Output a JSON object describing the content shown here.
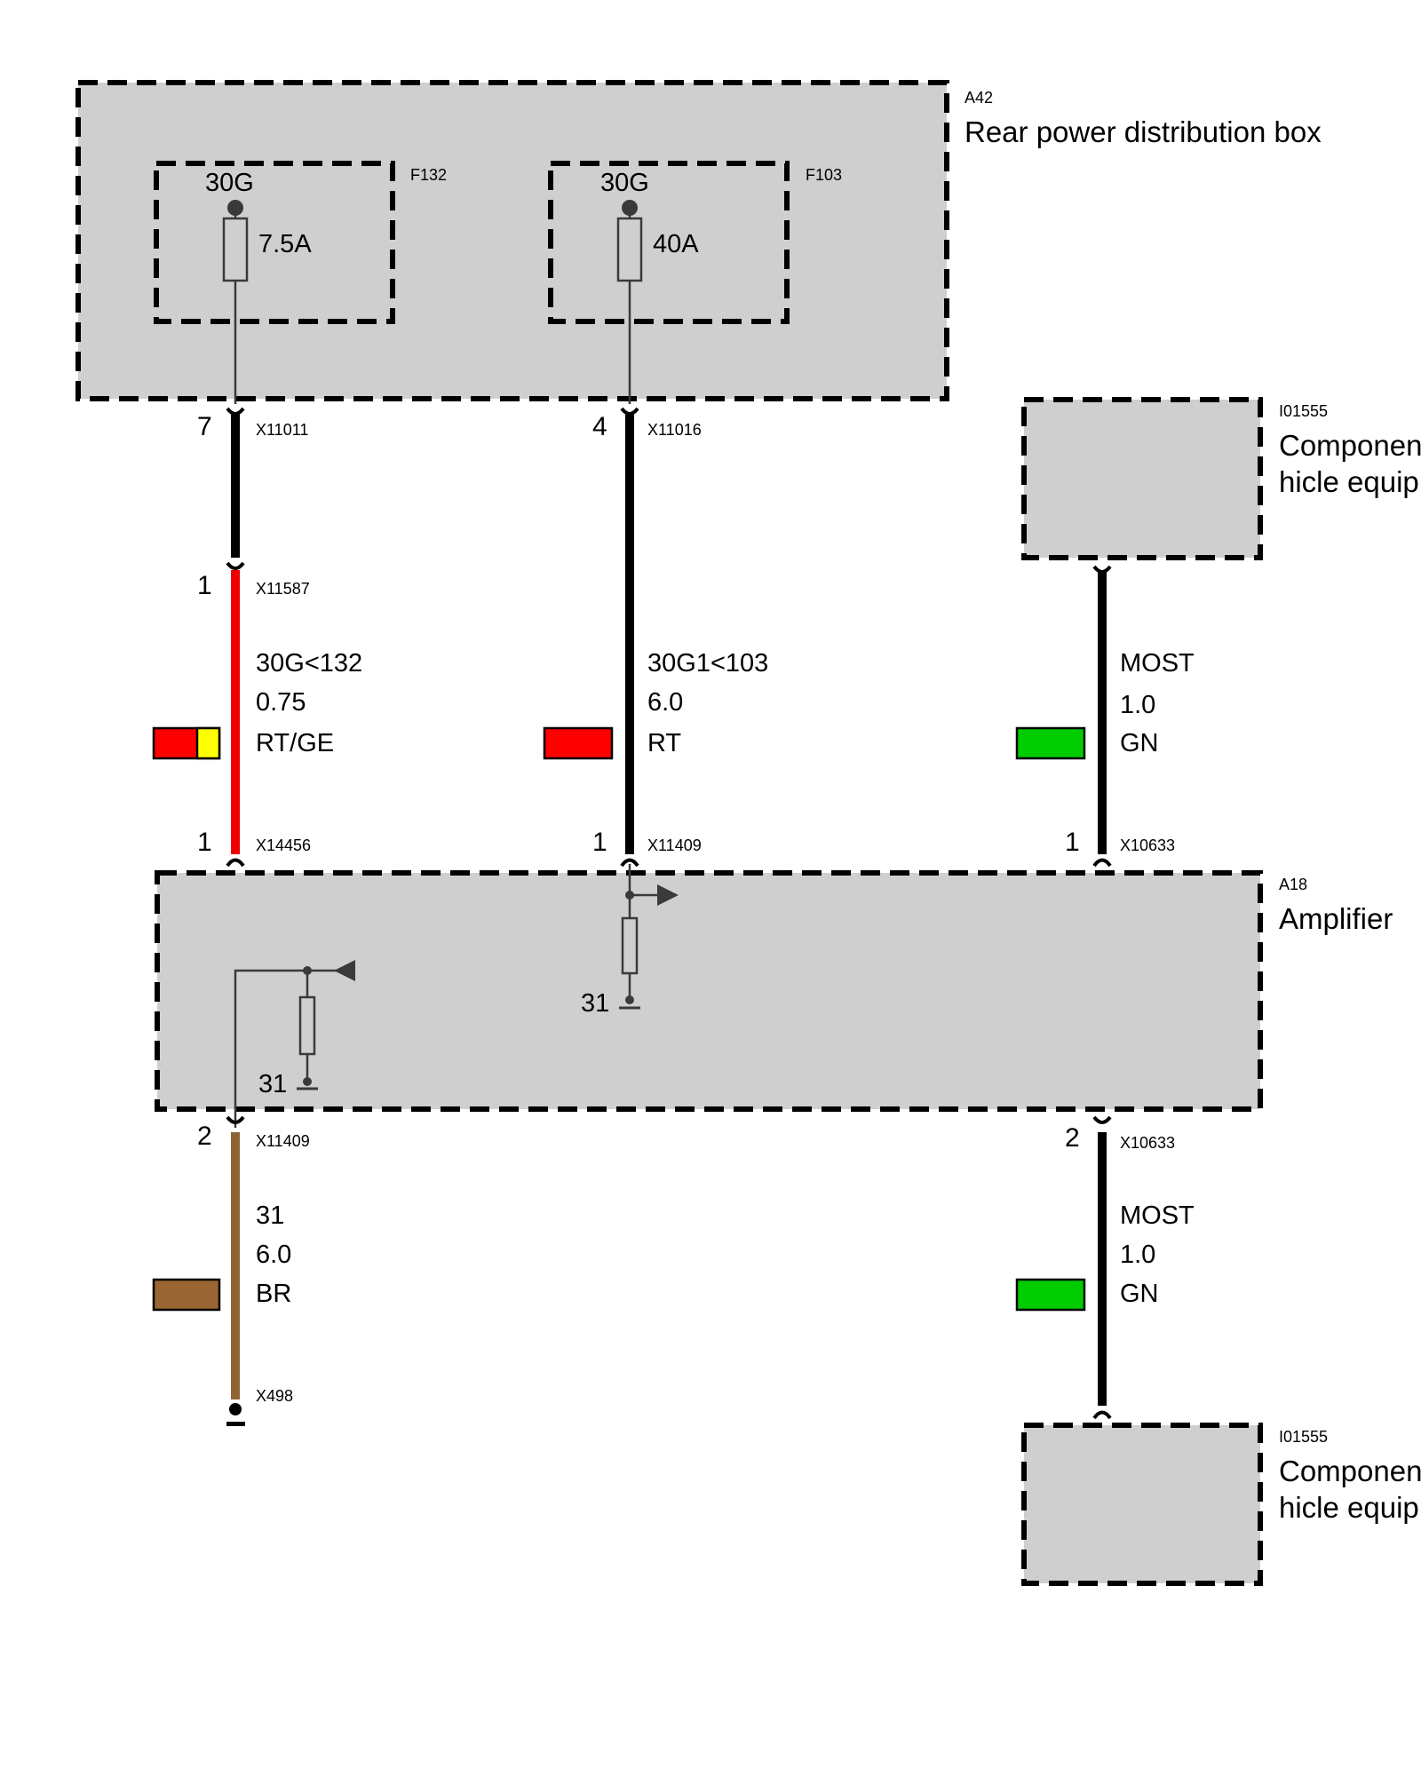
{
  "colors": {
    "box_fill": "#cfcfcf",
    "wire_black": "#000000",
    "wire_red": "#ee0000",
    "wire_brown": "#8f6434",
    "swatch_red": "#ff0000",
    "swatch_yellow": "#ffff00",
    "swatch_green": "#00cc00",
    "swatch_brown": "#9a6633"
  },
  "components": {
    "a42": {
      "id": "A42",
      "name": "Rear power distribution box"
    },
    "a18": {
      "id": "A18",
      "name": "Amplifier"
    },
    "i01555_top": {
      "id": "I01555",
      "line1": "Componen",
      "line2": "hicle equip"
    },
    "i01555_bottom": {
      "id": "I01555",
      "line1": "Componen",
      "line2": "hicle equip"
    }
  },
  "fuses": {
    "f132": {
      "id": "F132",
      "terminal": "30G",
      "rating": "7.5A"
    },
    "f103": {
      "id": "F103",
      "terminal": "30G",
      "rating": "40A"
    }
  },
  "connectors": {
    "x11011": {
      "pin": "7",
      "id": "X11011"
    },
    "x11016": {
      "pin": "4",
      "id": "X11016"
    },
    "x11587": {
      "pin": "1",
      "id": "X11587"
    },
    "x14456": {
      "pin": "1",
      "id": "X14456"
    },
    "x11409_top": {
      "pin": "1",
      "id": "X11409"
    },
    "x10633_top": {
      "pin": "1",
      "id": "X10633"
    },
    "x11409_bottom": {
      "pin": "2",
      "id": "X11409"
    },
    "x10633_bottom": {
      "pin": "2",
      "id": "X10633"
    },
    "x498": {
      "id": "X498"
    }
  },
  "wires": {
    "w1": {
      "signal": "30G<132",
      "size": "0.75",
      "color": "RT/GE"
    },
    "w2": {
      "signal": "30G1<103",
      "size": "6.0",
      "color": "RT"
    },
    "w3": {
      "signal": "MOST",
      "size": "1.0",
      "color": "GN"
    },
    "w4": {
      "signal": "31",
      "size": "6.0",
      "color": "BR"
    },
    "w5": {
      "signal": "MOST",
      "size": "1.0",
      "color": "GN"
    }
  },
  "grounds": {
    "g1": "31",
    "g2": "31"
  }
}
